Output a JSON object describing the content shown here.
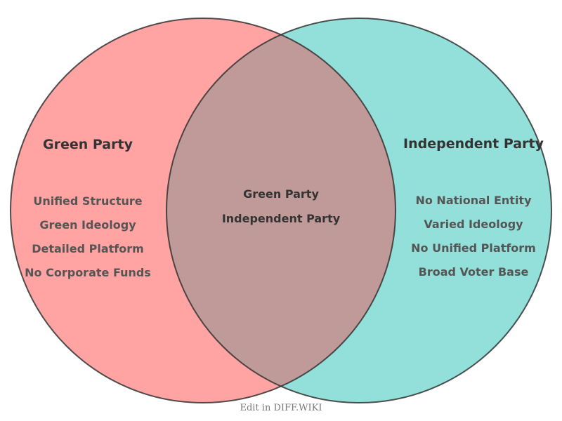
{
  "diagram": {
    "left": {
      "title": "Green Party",
      "color": "#ffa3a3",
      "items": [
        "Unified Structure",
        "Green Ideology",
        "Detailed Platform",
        "No Corporate Funds"
      ]
    },
    "right": {
      "title": "Independent Party",
      "color": "#93e0da",
      "items": [
        "No National Entity",
        "Varied Ideology",
        "No Unified Platform",
        "Broad Voter Base"
      ]
    },
    "intersection": {
      "color": "#c09a98",
      "items": [
        "Green Party",
        "Independent Party"
      ]
    }
  },
  "footer": {
    "text": "Edit in DIFF.WIKI"
  }
}
